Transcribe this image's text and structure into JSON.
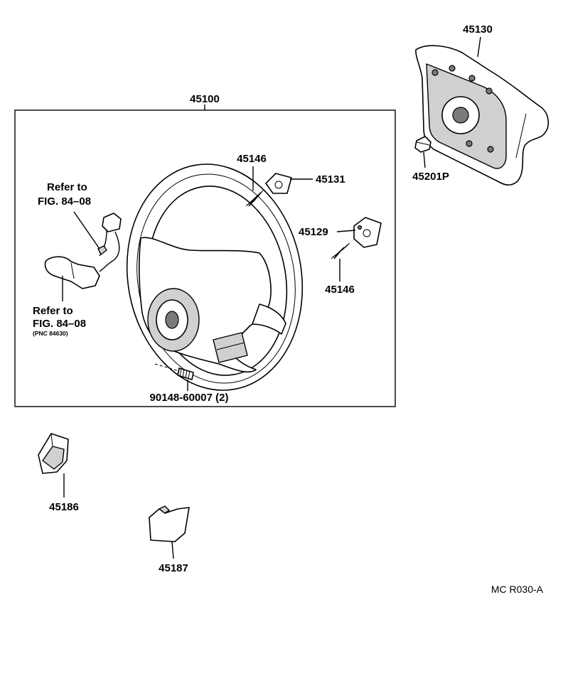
{
  "diagram": {
    "assembly_label": "45100",
    "labels": {
      "pad": "45130",
      "nut": "45201P",
      "spring_upper": "45146",
      "spring_lower": "45146",
      "clip_upper": "45131",
      "clip_lower": "45129",
      "screw": "90148-60007 (2)",
      "cover_left": "45186",
      "cover_right": "45187"
    },
    "refer_upper": {
      "line1": "Refer to",
      "line2": "FIG. 84–08"
    },
    "refer_lower": {
      "line1": "Refer to",
      "line2": "FIG. 84–08",
      "line3": "(PNC 84630)"
    },
    "footer": "MC R030-A"
  }
}
